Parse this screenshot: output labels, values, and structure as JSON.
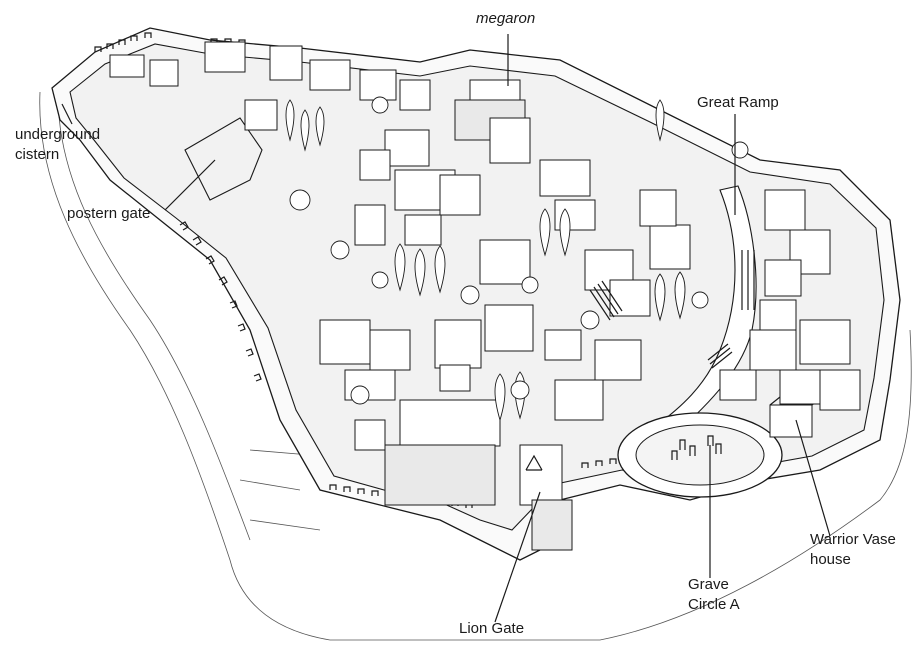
{
  "labels": {
    "megaron": "megaron",
    "great_ramp": "Great Ramp",
    "underground_cistern_line1": "underground",
    "underground_cistern_line2": "cistern",
    "postern_gate": "postern gate",
    "warrior_vase_line1": "Warrior Vase",
    "warrior_vase_line2": "house",
    "grave_circle_line1": "Grave",
    "grave_circle_line2": "Circle A",
    "lion_gate": "Lion Gate"
  }
}
